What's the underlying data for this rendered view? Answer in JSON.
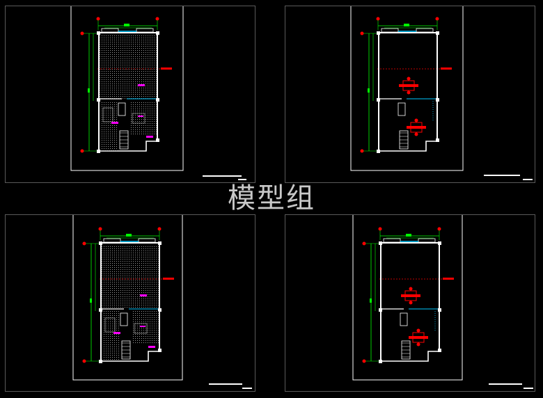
{
  "title": "模型组",
  "colors": {
    "background": "#000000",
    "wall": "#ffffff",
    "dimension": "#00ff00",
    "axis_marker": "#ff0000",
    "section_line": "#ff0000",
    "label_block": "#ff00ff",
    "window": "#00c8ff",
    "frame": "#ffffff",
    "viewport_border": "#5a5a5a"
  },
  "viewports": [
    {
      "name": "viewport-1",
      "plan_type": "furnished-plan",
      "symbols": [
        "magenta-label-block"
      ]
    },
    {
      "name": "viewport-2",
      "plan_type": "structural-plan",
      "symbols": [
        "red-marker-cluster"
      ]
    },
    {
      "name": "viewport-3",
      "plan_type": "furnished-plan",
      "symbols": [
        "magenta-label-block"
      ]
    },
    {
      "name": "viewport-4",
      "plan_type": "structural-plan",
      "symbols": [
        "red-marker-cluster"
      ]
    }
  ]
}
